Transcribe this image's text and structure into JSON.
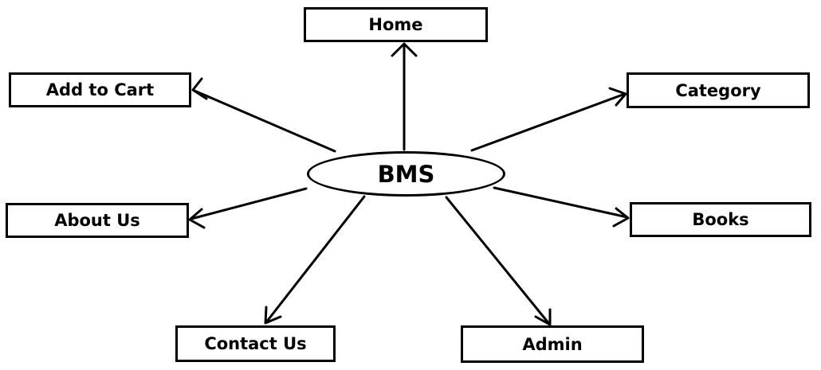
{
  "diagram": {
    "center": {
      "label": "BMS"
    },
    "nodes": {
      "home": {
        "label": "Home"
      },
      "add_to_cart": {
        "label": "Add to Cart"
      },
      "category": {
        "label": "Category"
      },
      "about_us": {
        "label": "About Us"
      },
      "books": {
        "label": "Books"
      },
      "contact_us": {
        "label": "Contact Us"
      },
      "admin": {
        "label": "Admin"
      }
    },
    "edges": [
      {
        "from": "BMS",
        "to": "Home"
      },
      {
        "from": "BMS",
        "to": "Add to Cart"
      },
      {
        "from": "BMS",
        "to": "Category"
      },
      {
        "from": "BMS",
        "to": "About Us"
      },
      {
        "from": "BMS",
        "to": "Books"
      },
      {
        "from": "BMS",
        "to": "Contact Us"
      },
      {
        "from": "BMS",
        "to": "Admin"
      }
    ],
    "colors": {
      "stroke": "#000000",
      "background": "#ffffff"
    }
  }
}
